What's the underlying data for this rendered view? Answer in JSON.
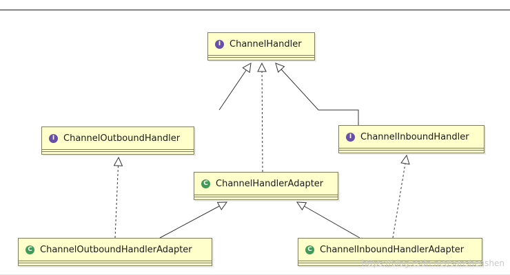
{
  "diagram": {
    "nodes": [
      {
        "id": "channel-handler",
        "label": "ChannelHandler",
        "kind": "interface",
        "badge": "I"
      },
      {
        "id": "channel-outbound-handler",
        "label": "ChannelOutboundHandler",
        "kind": "interface",
        "badge": "I"
      },
      {
        "id": "channel-inbound-handler",
        "label": "ChannelInboundHandler",
        "kind": "interface",
        "badge": "I"
      },
      {
        "id": "channel-handler-adapter",
        "label": "ChannelHandlerAdapter",
        "kind": "class",
        "badge": "C"
      },
      {
        "id": "channel-outbound-handler-adapter",
        "label": "ChannelOutboundHandlerAdapter",
        "kind": "class",
        "badge": "C"
      },
      {
        "id": "channel-inbound-handler-adapter",
        "label": "ChannelInboundHandlerAdapter",
        "kind": "class",
        "badge": "C"
      }
    ],
    "edges": [
      {
        "from": "channel-outbound-handler",
        "to": "channel-handler",
        "type": "extends"
      },
      {
        "from": "channel-inbound-handler",
        "to": "channel-handler",
        "type": "extends"
      },
      {
        "from": "channel-handler-adapter",
        "to": "channel-handler",
        "type": "implements"
      },
      {
        "from": "channel-outbound-handler-adapter",
        "to": "channel-outbound-handler",
        "type": "implements"
      },
      {
        "from": "channel-outbound-handler-adapter",
        "to": "channel-handler-adapter",
        "type": "extends"
      },
      {
        "from": "channel-inbound-handler-adapter",
        "to": "channel-handler-adapter",
        "type": "extends"
      },
      {
        "from": "channel-inbound-handler-adapter",
        "to": "channel-inbound-handler",
        "type": "implements"
      }
    ],
    "colors": {
      "box_fill": "#ffffcc",
      "box_border": "#7d7d5c",
      "interface_badge": "#6a4fa8",
      "class_badge": "#3f9a56",
      "edge": "#333333"
    }
  },
  "watermark": "https://blog.csdn.net/sanshenshen"
}
